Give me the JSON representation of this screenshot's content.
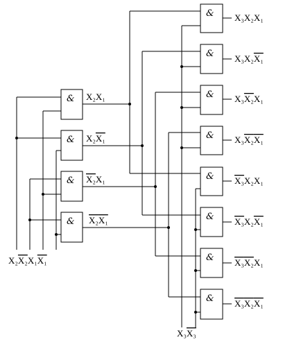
{
  "gate_symbol": "&",
  "input_labels": {
    "x2": "X₂",
    "x2bar": "X₂",
    "x1": "X₁",
    "x1bar": "X₁"
  },
  "stage1_outputs": [
    {
      "a": "X₂",
      "a_bar": false,
      "b": "X₁",
      "b_bar": false
    },
    {
      "a": "X₂",
      "a_bar": false,
      "b": "X₁",
      "b_bar": true
    },
    {
      "a": "X₂",
      "a_bar": true,
      "b": "X₁",
      "b_bar": false
    },
    {
      "a": "X₂",
      "a_bar": true,
      "b": "X₁",
      "b_bar": true
    }
  ],
  "stage2_outputs": [
    {
      "c": "X₃",
      "c_bar": false,
      "a": "X₂",
      "a_bar": false,
      "b": "X₁",
      "b_bar": false
    },
    {
      "c": "X₃",
      "c_bar": false,
      "a": "X₂",
      "a_bar": false,
      "b": "X₁",
      "b_bar": true
    },
    {
      "c": "X₃",
      "c_bar": false,
      "a": "X₂",
      "a_bar": true,
      "b": "X₁",
      "b_bar": false
    },
    {
      "c": "X₃",
      "c_bar": false,
      "a": "X₂",
      "a_bar": true,
      "b": "X₁",
      "b_bar": true
    },
    {
      "c": "X₃",
      "c_bar": true,
      "a": "X₂",
      "a_bar": false,
      "b": "X₁",
      "b_bar": false
    },
    {
      "c": "X₃",
      "c_bar": true,
      "a": "X₂",
      "a_bar": false,
      "b": "X₁",
      "b_bar": true
    },
    {
      "c": "X₃",
      "c_bar": true,
      "a": "X₂",
      "a_bar": true,
      "b": "X₁",
      "b_bar": false
    },
    {
      "c": "X₃",
      "c_bar": true,
      "a": "X₂",
      "a_bar": true,
      "b": "X₁",
      "b_bar": true
    }
  ],
  "bottom_labels": {
    "x3": "X₃",
    "x3bar": "X₃"
  }
}
